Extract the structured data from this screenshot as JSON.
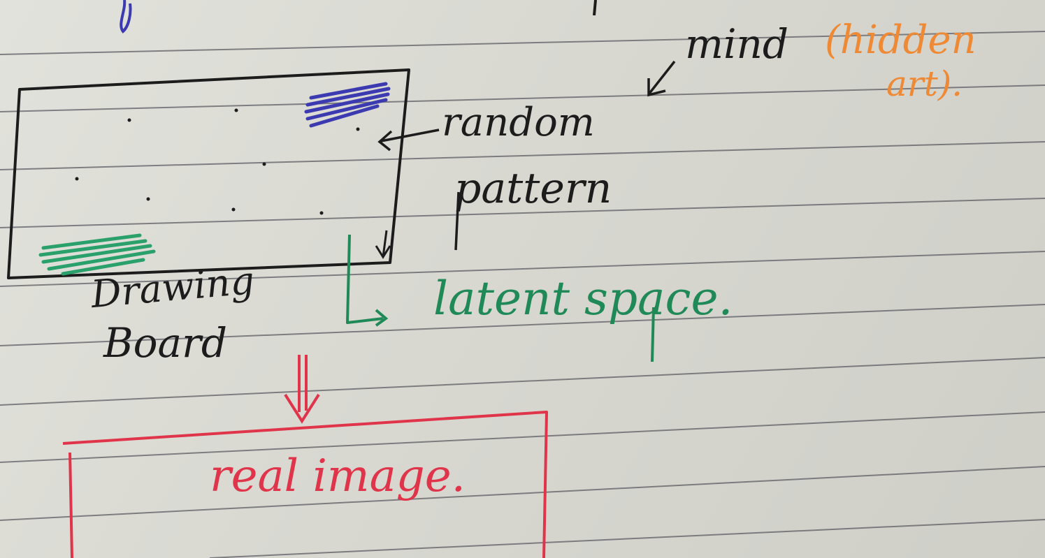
{
  "notes": {
    "mind": "mind",
    "hidden_art_line1": "(hidden",
    "hidden_art_line2": "art).",
    "random_pattern_line1": "random",
    "random_pattern_line2": "pattern",
    "drawing_board_line1": "Drawing",
    "drawing_board_line2": "Board",
    "latent_space": "latent space.",
    "real_image": "real image."
  },
  "ink_colors": {
    "black": "#1c1c1c",
    "green": "#1f8a57",
    "red": "#e0344a",
    "orange": "#ee8a35",
    "blue": "#3b3ab0",
    "ruled_line": "#5e5e66"
  }
}
